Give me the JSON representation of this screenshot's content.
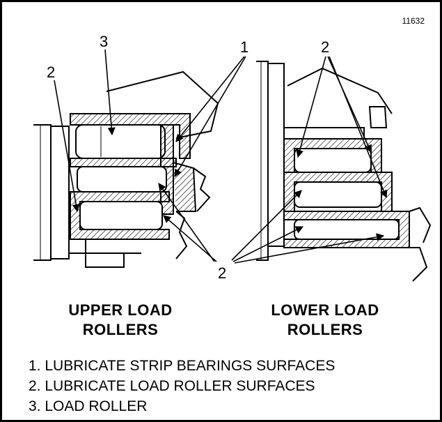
{
  "figure_id": "11632",
  "callouts": {
    "upper_2": "2",
    "upper_3": "3",
    "center_1": "1",
    "right_2": "2",
    "bottom_2": "2"
  },
  "headers": {
    "upper_line1": "UPPER LOAD",
    "upper_line2": "ROLLERS",
    "lower_line1": "LOWER LOAD",
    "lower_line2": "ROLLERS"
  },
  "legend": [
    "1. LUBRICATE STRIP BEARINGS SURFACES",
    "2. LUBRICATE LOAD ROLLER SURFACES",
    "3. LOAD ROLLER"
  ],
  "colors": {
    "line": "#000000",
    "background": "#ffffff"
  }
}
